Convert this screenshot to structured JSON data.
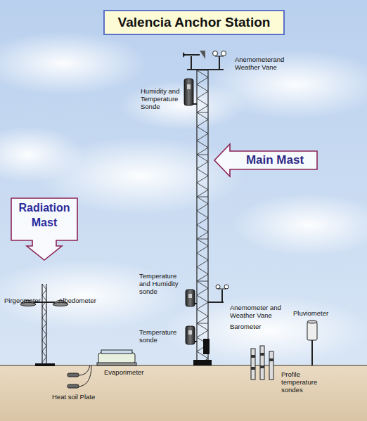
{
  "diagram": {
    "title": "Valencia Anchor Station",
    "nodes": [
      {
        "text": [
          "Main Mast"
        ]
      },
      {
        "text": [
          "Radiation Mast"
        ]
      }
    ],
    "labels": [
      "Anemometerand Weather Vane",
      "Humidity and Temperature Sonde",
      "Temperature and Humidity sonde",
      "Anemometer and Weather Vane",
      "Barometer",
      "Temperature sonde",
      "Pluviometer",
      "Pirgeometer",
      "Albedometer",
      "Evaporimeter",
      "Profile temperature sondes",
      "Heat soil Plate"
    ]
  }
}
